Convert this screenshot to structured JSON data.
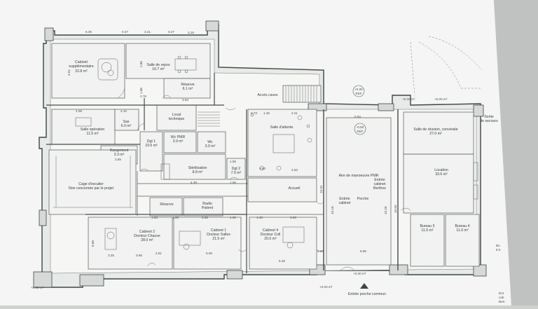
{
  "plan": {
    "rooms": {
      "cabinet_supp": [
        "Cabinet",
        "supplémentaire",
        "22.8 m²"
      ],
      "salle_repos": [
        "Salle de repos",
        "16.7 m²"
      ],
      "reserve_top": [
        "Réserve",
        "6.1 m²"
      ],
      "acces_caves": [
        "Accès caves"
      ],
      "salle_operation": [
        "Salle opération",
        "11.5 m²"
      ],
      "sas": [
        "Sas",
        "6.0 m²"
      ],
      "local_technique": [
        "Local",
        "technique"
      ],
      "wc_pmr": [
        "Wc PMR",
        "3.9 m²"
      ],
      "wc": [
        "Wc",
        "3.0 m²"
      ],
      "dgt1": [
        "Dgt 1",
        "19.5 m²"
      ],
      "rangement": [
        "Rangement",
        "3.3 m²"
      ],
      "sterilisation": [
        "Stérilisation",
        "8.8 m²"
      ],
      "dgt2": [
        "Dgt 2",
        "7.0 m²"
      ],
      "cage_escalier": [
        "Cage d'escalier",
        "Non concernée par le projet"
      ],
      "salle_attente": [
        "Salle d'attente"
      ],
      "accueil": [
        "Accueil"
      ],
      "reserve_mid": [
        "Réserve"
      ],
      "radio_patient": [
        "Radio",
        "Patient"
      ],
      "cabinet2": [
        "Cabinet 2",
        "Docteur Chauve",
        "28.0 m²"
      ],
      "cabinet1": [
        "Cabinet 1",
        "Docteur Salles",
        "21.5 m²"
      ],
      "cabinet4": [
        "Cabinet 4",
        "Docteur Coll",
        "20.0 m²"
      ],
      "aire_manoeuvre": [
        "Aire de manoeuvre PMR"
      ],
      "entree_cabinet": [
        "Entrée",
        "cabinet"
      ],
      "porche": [
        "Porche"
      ],
      "entree_berthoz": [
        "Entrée",
        "cabinet",
        "Berthoz"
      ],
      "salle_reunion": [
        "Salle de réunion, conviviale",
        "27.0 m²"
      ],
      "location": [
        "Location",
        "33.6 m²"
      ],
      "bureau5": [
        "Bureau 5",
        "11.5 m²"
      ],
      "bureau4": [
        "Bureau 4",
        "11.0 m²"
      ],
      "sortie": [
        "Sortie",
        "de secours"
      ]
    },
    "levels": {
      "ref1": [
        "+5.00",
        "REF"
      ],
      "ref2": [
        "-0.50",
        "REF"
      ],
      "top1": "+5.00 m²",
      "top2": "+5.00 m²",
      "bottom": "+0.00 m²",
      "mid": "+0.00 m²",
      "left_bottom": "+0.00 m²"
    },
    "entrance_label": "Entrée porche commun",
    "right_edge_labels": [
      "Bu",
      "8.0",
      "Ent",
      "cab",
      "Bert"
    ],
    "dims": {
      "d_539": "5.39",
      "d_027a": "0.27",
      "d_341": "3.41",
      "d_027b": "0.27",
      "d_315": "3.15",
      "d_451": "4.51",
      "d_286": "2.86",
      "d_186": "1.86",
      "d_276": "2.76",
      "d_353": "3.53",
      "d_408": "4.08",
      "d_210": "2.10",
      "d_255": "2.55",
      "d_439": "4.39",
      "d_156a": "1.56",
      "d_156b": "1.56",
      "d_073": "0.73",
      "d_146": "1.46",
      "d_221": "2.21",
      "d_390": "3.90",
      "d_353b": "3.53",
      "d_153": "1.53",
      "d_168": "1.68",
      "d_266": "2.66",
      "d_150": "1.50",
      "d_148": "1.48",
      "d_393": "3.93",
      "d_668": "6.68",
      "d_325": "3.25",
      "d_066": "0.66",
      "d_251": "2.51",
      "d_506": "5.06",
      "d_548": "5.48",
      "d_065": "0.65",
      "d_594": "5.94",
      "d_590": "5.90",
      "d_1032": "10.32",
      "d_1016": "10.16",
      "d_1026": "10.26",
      "d_1550": "15.50"
    }
  }
}
